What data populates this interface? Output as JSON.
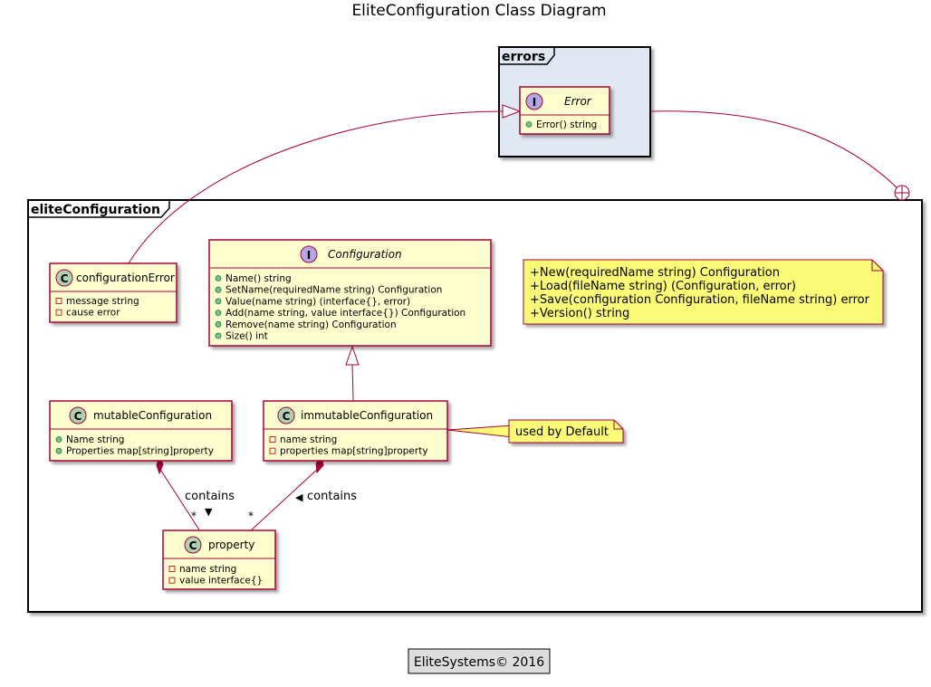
{
  "title": "EliteConfiguration Class Diagram",
  "packages": {
    "errors": {
      "label": "errors"
    },
    "elite": {
      "label": "eliteConfiguration"
    }
  },
  "classes": {
    "error": {
      "stereotype": "I",
      "name": "Error",
      "members": [
        "Error() string"
      ]
    },
    "configurationError": {
      "stereotype": "C",
      "name": "configurationError",
      "members": [
        "message string",
        "cause error"
      ]
    },
    "configuration": {
      "stereotype": "I",
      "name": "Configuration",
      "members": [
        "Name() string",
        "SetName(requiredName string) Configuration",
        "Value(name string) (interface{}, error)",
        "Add(name string, value interface{}) Configuration",
        "Remove(name string) Configuration",
        "Size() int"
      ]
    },
    "mutableConfiguration": {
      "stereotype": "C",
      "name": "mutableConfiguration",
      "members": [
        "Name string",
        "Properties map[string]property"
      ]
    },
    "immutableConfiguration": {
      "stereotype": "C",
      "name": "immutableConfiguration",
      "members": [
        "name string",
        "properties map[string]property"
      ]
    },
    "property": {
      "stereotype": "C",
      "name": "property",
      "members": [
        "name string",
        "value interface{}"
      ]
    }
  },
  "notes": {
    "functions": [
      "+New(requiredName string) Configuration",
      "+Load(fileName string) (Configuration, error)",
      "+Save(configuration Configuration, fileName string) error",
      "+Version() string"
    ],
    "default": "used by Default"
  },
  "relations": {
    "mutable_label": "contains",
    "mutable_arrow": "▼",
    "mutable_mult": "*",
    "immutable_label": "contains",
    "immutable_arrow": "◀",
    "immutable_mult": "*"
  },
  "footer": "EliteSystems© 2016",
  "colors": {
    "border": "#a80036",
    "class_fill": "#fefece",
    "note_fill": "#fbfb77",
    "errors_pkg_fill": "#dfe8f3",
    "footer_fill": "#dddddd",
    "interface_badge": "#b4a7e5",
    "class_badge": "#add1b2",
    "public_dot": "#84be84"
  }
}
